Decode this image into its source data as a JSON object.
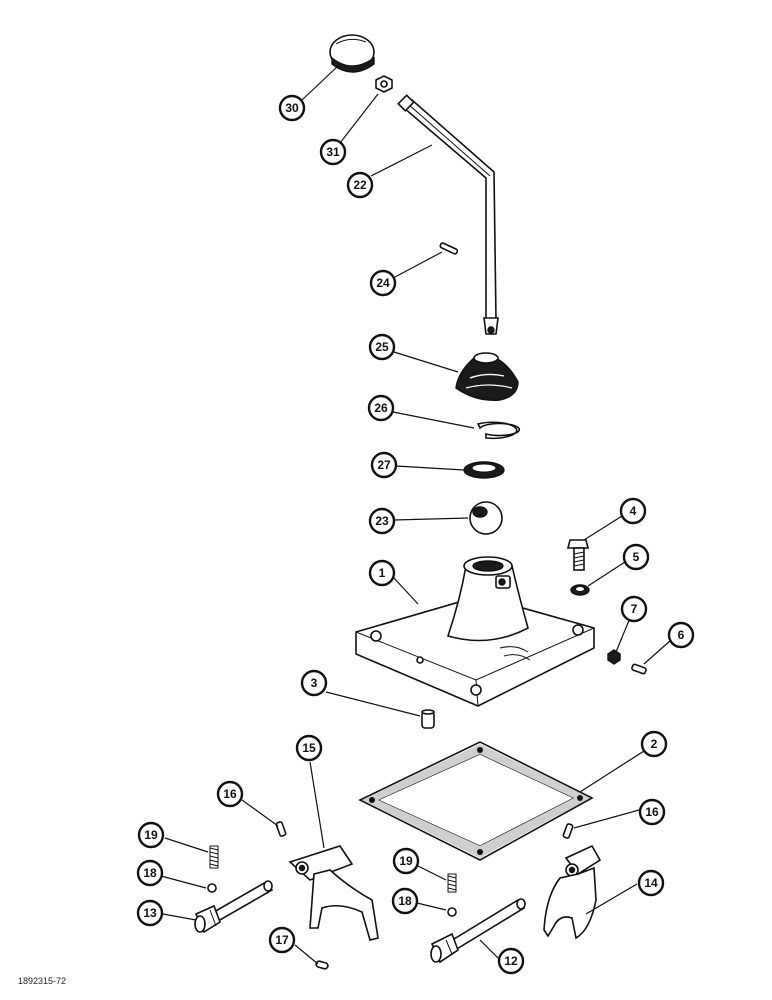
{
  "figure_code": "1892315-72",
  "callouts": [
    {
      "label": "30"
    },
    {
      "label": "31"
    },
    {
      "label": "22"
    },
    {
      "label": "24"
    },
    {
      "label": "25"
    },
    {
      "label": "26"
    },
    {
      "label": "27"
    },
    {
      "label": "23"
    },
    {
      "label": "4"
    },
    {
      "label": "5"
    },
    {
      "label": "1"
    },
    {
      "label": "7"
    },
    {
      "label": "6"
    },
    {
      "label": "3"
    },
    {
      "label": "2"
    },
    {
      "label": "15"
    },
    {
      "label": "16"
    },
    {
      "label": "16"
    },
    {
      "label": "19"
    },
    {
      "label": "19"
    },
    {
      "label": "18"
    },
    {
      "label": "18"
    },
    {
      "label": "13"
    },
    {
      "label": "14"
    },
    {
      "label": "12"
    },
    {
      "label": "17"
    }
  ]
}
